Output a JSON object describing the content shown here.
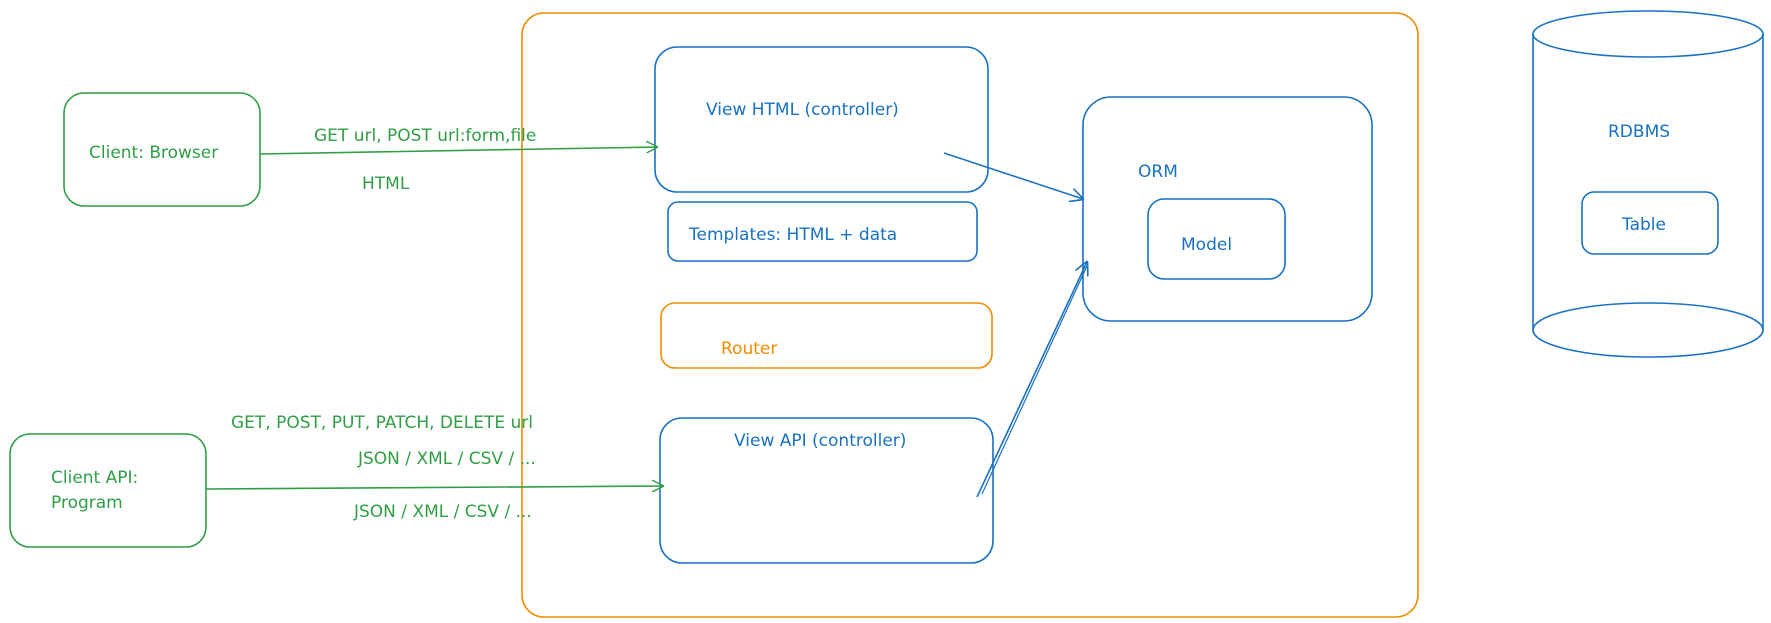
{
  "colors": {
    "green": "#2f9e44",
    "blue": "#1971c2",
    "orange": "#f08c00"
  },
  "nodes": {
    "client_browser": "Client: Browser",
    "client_api_line1": "Client API:",
    "client_api_line2": "Program",
    "view_html": "View HTML (controller)",
    "templates": "Templates: HTML + data",
    "router": "Router",
    "view_api": "View API (controller)",
    "orm": "ORM",
    "model": "Model",
    "rdbms": "RDBMS",
    "table": "Table"
  },
  "edges": {
    "browser_request": "GET url, POST url:form,file",
    "browser_response": "HTML",
    "api_request_methods": "GET, POST, PUT, PATCH, DELETE url",
    "api_request_format": "JSON / XML / CSV / ...",
    "api_response_format": "JSON / XML / CSV / ..."
  }
}
